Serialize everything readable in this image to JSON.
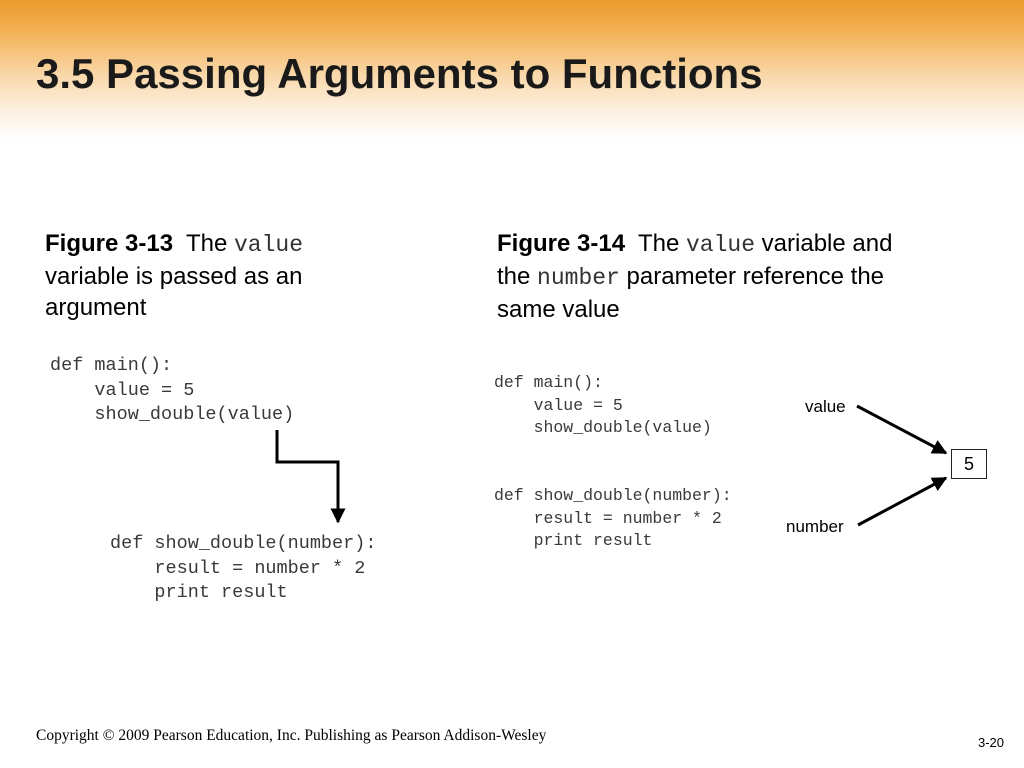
{
  "slide": {
    "title": "3.5 Passing Arguments to Functions",
    "footer": "Copyright © 2009 Pearson Education, Inc. Publishing as Pearson Addison-Wesley",
    "slide_number": "3-20"
  },
  "colors": {
    "header_orange": "#ec9a2a",
    "text": "#000000",
    "code": "#3a3a3a"
  },
  "figure13": {
    "label": "Figure 3-13",
    "caption_before": "The",
    "caption_code": "value",
    "caption_line2": "variable is passed as an",
    "caption_line3": "argument",
    "main_code": [
      "def main():",
      "    value = 5",
      "    show_double(value)"
    ],
    "func_code": [
      "def show_double(number):",
      "    result = number * 2",
      "    print result"
    ]
  },
  "figure14": {
    "label": "Figure 3-14",
    "caption_before": "The",
    "caption_code1": "value",
    "caption_after1": "variable and",
    "caption_line2_before": "the",
    "caption_code2": "number",
    "caption_line2_after": "parameter reference the",
    "caption_line3": "same value",
    "main_code": [
      "def main():",
      "    value = 5",
      "    show_double(value)"
    ],
    "func_code": [
      "def show_double(number):",
      "    result = number * 2",
      "    print result"
    ],
    "label_value": "value",
    "label_number": "number",
    "box_value": "5"
  }
}
